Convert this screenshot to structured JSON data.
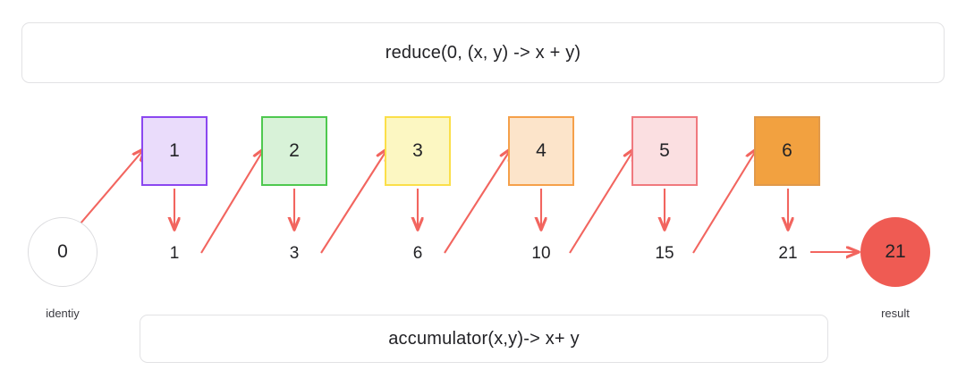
{
  "diagram": {
    "title_banner": "reduce(0, (x, y) -> x + y)",
    "accumulator_banner": "accumulator(x,y)-> x+ y",
    "identity": {
      "value": "0",
      "caption": "identiy"
    },
    "result": {
      "value": "21",
      "caption": "result"
    },
    "elements": [
      {
        "value": "1",
        "fill": "#eadcfb",
        "border": "#8b47f0"
      },
      {
        "value": "2",
        "fill": "#d8f2d8",
        "border": "#4ec84f"
      },
      {
        "value": "3",
        "fill": "#fcf7c2",
        "border": "#fbdf49"
      },
      {
        "value": "4",
        "fill": "#fce4ca",
        "border": "#f5a04a"
      },
      {
        "value": "5",
        "fill": "#fbdfe1",
        "border": "#f0797e"
      },
      {
        "value": "6",
        "fill": "#f2a140",
        "border": "#e1994a"
      }
    ],
    "accumulator_values": [
      "1",
      "3",
      "6",
      "10",
      "15",
      "21"
    ],
    "arrow_color": "#f2655f"
  }
}
